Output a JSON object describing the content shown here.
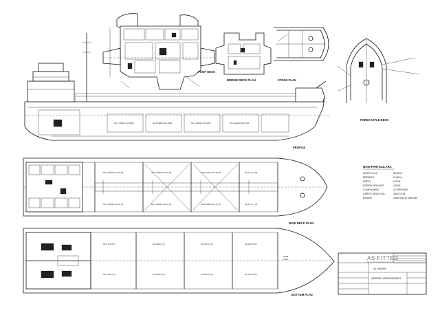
{
  "drawing": {
    "views": {
      "poop_deck": "POOP DECK",
      "bridge_deck": "BRIDGE DECK PLAN",
      "stoke_plan": "STOKE PLAN",
      "forecastle_deck": "FORECASTLE DECK",
      "profile": "PROFILE",
      "main_deck": "MAIN DECK PLAN",
      "bottom": "BOTTOM PLAN"
    },
    "stamp": "AS FITTED",
    "ship_type": "OIL TANKER",
    "drawing_title": "GENERAL ARRANGEMENT"
  },
  "particulars": {
    "heading": "MAIN PARTICULARS",
    "rows": [
      {
        "label": "LENGTH O.A.",
        "value": "65.60 M."
      },
      {
        "label": "BREADTH",
        "value": "11.80 M."
      },
      {
        "label": "DEPTH",
        "value": "5.20 M."
      },
      {
        "label": "DESIGN DRAUGHT",
        "value": "4.50 M."
      },
      {
        "label": "COMPLEMENT",
        "value": "15 PERSONS"
      },
      {
        "label": "CARGO TANKS VOL.",
        "value": "1500 CU.M."
      },
      {
        "label": "ENGINE",
        "value": "2x600 KW @ 1800 rpm"
      }
    ]
  },
  "colors": {
    "line": "#111111",
    "paper": "#ffffff",
    "stamp": "#777777"
  }
}
